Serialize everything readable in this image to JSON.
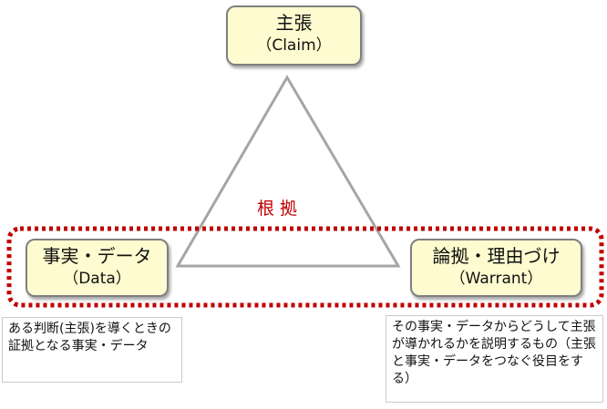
{
  "claim": {
    "title": "主張",
    "subtitle": "（Claim）"
  },
  "data": {
    "title": "事実・データ",
    "subtitle": "（Data）"
  },
  "warrant": {
    "title": "論拠・理由づけ",
    "subtitle": "（Warrant）"
  },
  "center_label": "根拠",
  "notes": {
    "data": "ある判断(主張)を導くときの証拠となる事実・データ",
    "warrant": "その事実・データからどうして主張が導かれるかを説明するもの（主張と事実・データをつなぐ役目をする）"
  },
  "colors": {
    "box_fill": "#fdfbcf",
    "dotted": "#c00000",
    "triangle": "#a6a6a6"
  }
}
